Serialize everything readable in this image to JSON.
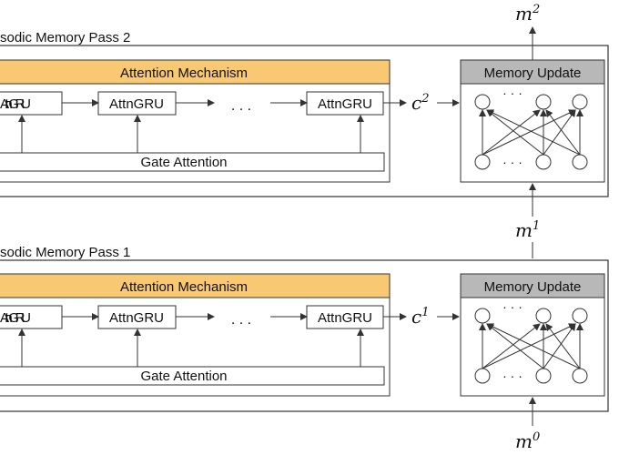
{
  "pass2": {
    "title": "sodic Memory Pass 2",
    "attention_label": "Attention Mechanism",
    "gru_left": "AttnGRU",
    "gru_mid": "AttnGRU",
    "gru_right": "AttnGRU",
    "ellipsis": ". . .",
    "gate_label": "Gate Attention",
    "c_label": "c",
    "c_sup": "2",
    "mem_update_label": "Memory Update",
    "node_dots_top": "· · ·",
    "node_dots_bottom": "· · ·",
    "m_out": "m",
    "m_out_sup": "2"
  },
  "pass1": {
    "title": "sodic Memory Pass 1",
    "attention_label": "Attention Mechanism",
    "gru_left": "AttnGRU",
    "gru_mid": "AttnGRU",
    "gru_right": "AttnGRU",
    "ellipsis": ". . .",
    "gate_label": "Gate Attention",
    "c_label": "c",
    "c_sup": "1",
    "mem_update_label": "Memory Update",
    "node_dots_top": "· · ·",
    "node_dots_bottom": "· · ·",
    "m_out": "m",
    "m_out_sup": "1"
  },
  "m_in": "m",
  "m_in_sup": "0",
  "colors": {
    "attention_fill": "#f9c873",
    "memory_header_fill": "#b8b8b8",
    "stroke": "#333333"
  }
}
